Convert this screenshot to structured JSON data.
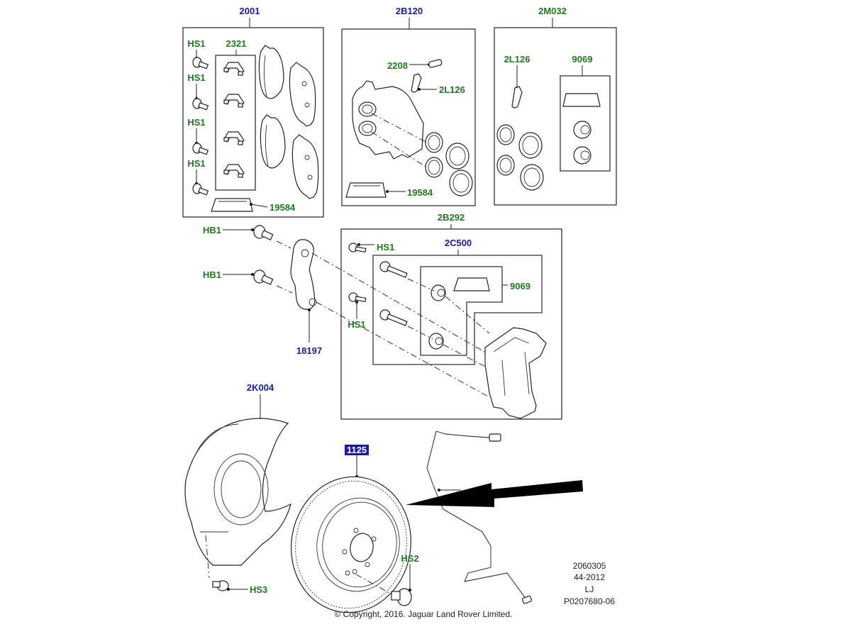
{
  "title": "Front brake components parts diagram",
  "colors": {
    "group_label": "#1a1aa6",
    "part_label": "#1e7a1e",
    "highlight_bg": "#1a1aa6",
    "highlight_text": "#ffffff",
    "line": "#222222"
  },
  "groups": {
    "pad_kit": {
      "label": "2001",
      "items": {
        "bolt_1": "HS1",
        "bolt_2": "HS1",
        "bolt_3": "HS1",
        "bolt_4": "HS1",
        "clip_set": "2321",
        "grease": "19584"
      }
    },
    "caliper": {
      "label": "2B120",
      "items": {
        "bleed_screw": "2208",
        "bleed_cap": "2L126",
        "grease": "19584"
      }
    },
    "seal_kit": {
      "label": "2M032",
      "items": {
        "bleed_cap": "2L126",
        "boot_kit": "9069"
      }
    },
    "carrier": {
      "label": "2B292",
      "items": {
        "bolt_top": "HS1",
        "bolt_bottom": "HS1",
        "guide_pin_kit": "2C500",
        "boot_kit": "9069"
      }
    }
  },
  "standalone": {
    "bolt_hb1_top": "HB1",
    "bolt_hb1_bottom": "HB1",
    "bracket": "18197",
    "splash_shield": "2K004",
    "splash_screw": "HS3",
    "disc": "1125",
    "disc_screw": "HS2"
  },
  "annotation": {
    "arrow": "black-arrow-pointing-to-disc"
  },
  "info_block": {
    "line1": "2060305",
    "line2": "44-2012",
    "line3": "LJ",
    "line4": "P0207680-06"
  },
  "copyright": "© Copyright, 2016. Jaguar Land Rover Limited."
}
